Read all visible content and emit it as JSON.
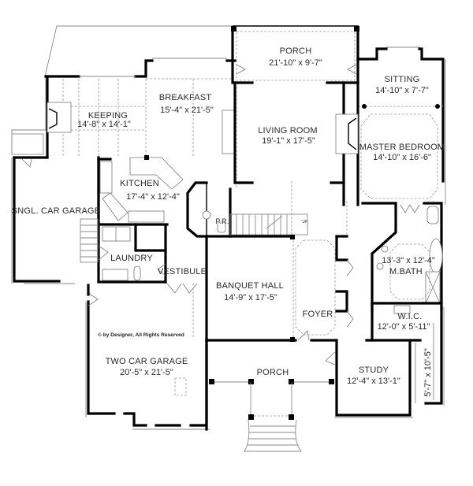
{
  "plan": {
    "copyright": "© by Designer, All Rights Reserved",
    "rooms": {
      "porch_rear": {
        "name": "PORCH",
        "dims": "21'-10\" x 9'-7\""
      },
      "sitting": {
        "name": "SITTING",
        "dims": "14'-10\" x 7'-7\""
      },
      "breakfast": {
        "name": "BREAKFAST",
        "dims": "15'-4\" x 21'-5\""
      },
      "keeping": {
        "name": "KEEPING",
        "dims": "14'-8\" x 14'-1\""
      },
      "living_room": {
        "name": "LIVING ROOM",
        "dims": "19'-1\" x 17'-5\""
      },
      "master_bedroom": {
        "name": "MASTER BEDROOM",
        "dims": "14'-10\" x 16'-6\""
      },
      "kitchen": {
        "name": "KITCHEN",
        "dims": "17'-4\" x 12'-4\""
      },
      "single_garage": {
        "name": "SNGL. CAR GARAGE"
      },
      "powder_room": {
        "name": "P.R."
      },
      "laundry": {
        "name": "LAUNDRY"
      },
      "vestibule": {
        "name": "VESTIBULE"
      },
      "banquet_hall": {
        "name": "BANQUET HALL",
        "dims": "14'-9\" x 17'-5\""
      },
      "foyer": {
        "name": "FOYER"
      },
      "master_bath": {
        "name": "M.BATH",
        "dims": "13'-3\" x 12'-4\""
      },
      "wic": {
        "name": "W.I.C.",
        "dims": "12'-0\" x 5'-11\""
      },
      "two_car_garage": {
        "name": "TWO CAR GARAGE",
        "dims": "20'-5\" x 21'-5\""
      },
      "porch_front": {
        "name": "PORCH"
      },
      "study": {
        "name": "STUDY",
        "dims": "12'-4\" x 13'-1\""
      },
      "closet_side": {
        "dims": "5'-7\" x 10'-5\""
      }
    },
    "stair_label": "UP"
  }
}
